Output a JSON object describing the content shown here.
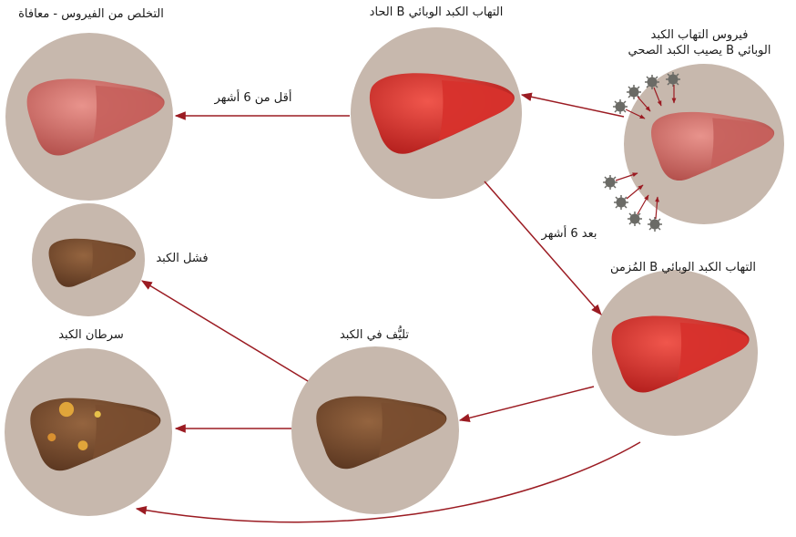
{
  "stages": {
    "healthy_infection": {
      "line1": "فيروس التهاب الكبد",
      "line2": "الوبائي B يصيب الكبد الصحي"
    },
    "acute": {
      "label": "التهاب الكبد الوبائي B الحاد"
    },
    "recovery": {
      "label": "التخلص من الفيروس - معافاة"
    },
    "chronic": {
      "label": "التهاب الكبد الوبائي B المُزمن"
    },
    "cirrhosis": {
      "label": "تليُّف في الكبد"
    },
    "failure": {
      "label": "فشل الكبد"
    },
    "cancer": {
      "label": "سرطان الكبد"
    }
  },
  "durations": {
    "less_than_6": "أقل من 6 أشهر",
    "after_6": "بعد 6 أشهر"
  },
  "colors": {
    "circle": "#c7b8ad",
    "arrow": "#9b1b22",
    "liver_healthy": "#c9605a",
    "liver_acute": "#d2302c",
    "liver_damaged": "#7a4e30",
    "virus": "#6b6b66"
  },
  "icons": [
    "liver-icon",
    "virus-icon"
  ]
}
